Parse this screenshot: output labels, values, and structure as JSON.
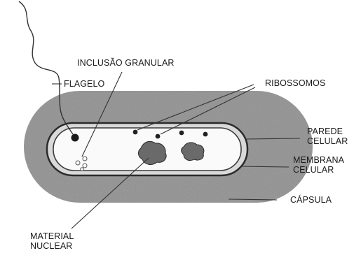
{
  "labels": {
    "flagelo": "FLAGELO",
    "inclusao_granular": "INCLUSÃO GRANULAR",
    "ribossomos": "RIBOSSOMOS",
    "parede_celular": [
      "PAREDE",
      "CELULAR"
    ],
    "membrana_celular": [
      "MEMBRANA",
      "CELULAR"
    ],
    "capsula": "CÁPSULA",
    "material_nuclear": [
      "MATERIAL",
      "NUCLEAR"
    ]
  },
  "colors": {
    "capsule": "#8c8c8c",
    "wall_outline": "#2b2b2b",
    "membrane_outline": "#3a3a3a",
    "cytoplasm": "#fafafa",
    "leader_lines": "#333333",
    "text": "#1a1a1a"
  }
}
